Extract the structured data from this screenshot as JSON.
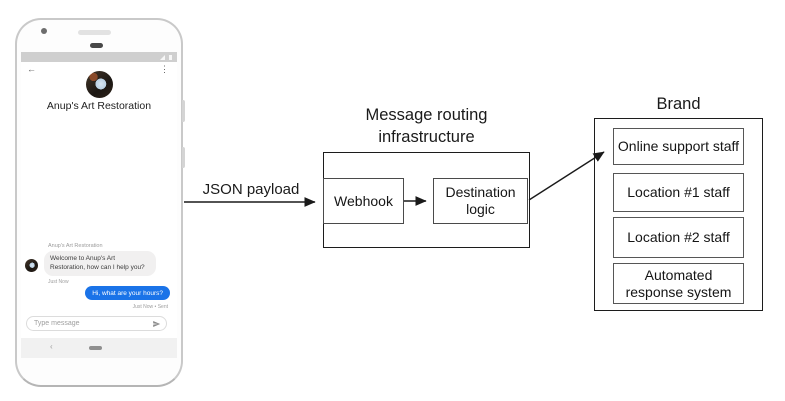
{
  "phone": {
    "icons": {
      "back": "←",
      "menu": "⋮",
      "nav_back": "‹"
    },
    "header": {
      "title": "Anup's Art Restoration"
    },
    "conversation": {
      "sender_label": "Anup's Art Restoration",
      "incoming_text": "Welcome to Anup's Art Restoration, how can I help you?",
      "incoming_time": "Just Now",
      "outgoing_text": "Hi, what are your hours?",
      "outgoing_time": "Just Now • Sent"
    },
    "composer": {
      "placeholder": "Type message"
    }
  },
  "diagram": {
    "payload_label": "JSON payload",
    "routing": {
      "title": "Message routing infrastructure",
      "webhook_label": "Webhook",
      "destination_label": "Destination logic"
    },
    "brand": {
      "title": "Brand",
      "destinations": [
        "Online support staff",
        "Location #1 staff",
        "Location #2 staff",
        "Automated response system"
      ]
    }
  },
  "colors": {
    "outgoing_bubble": "#1a73e8",
    "incoming_bubble": "#f1f0f0",
    "status_bar": "#cfcfcf",
    "diagram_line": "#1a1a1a"
  }
}
